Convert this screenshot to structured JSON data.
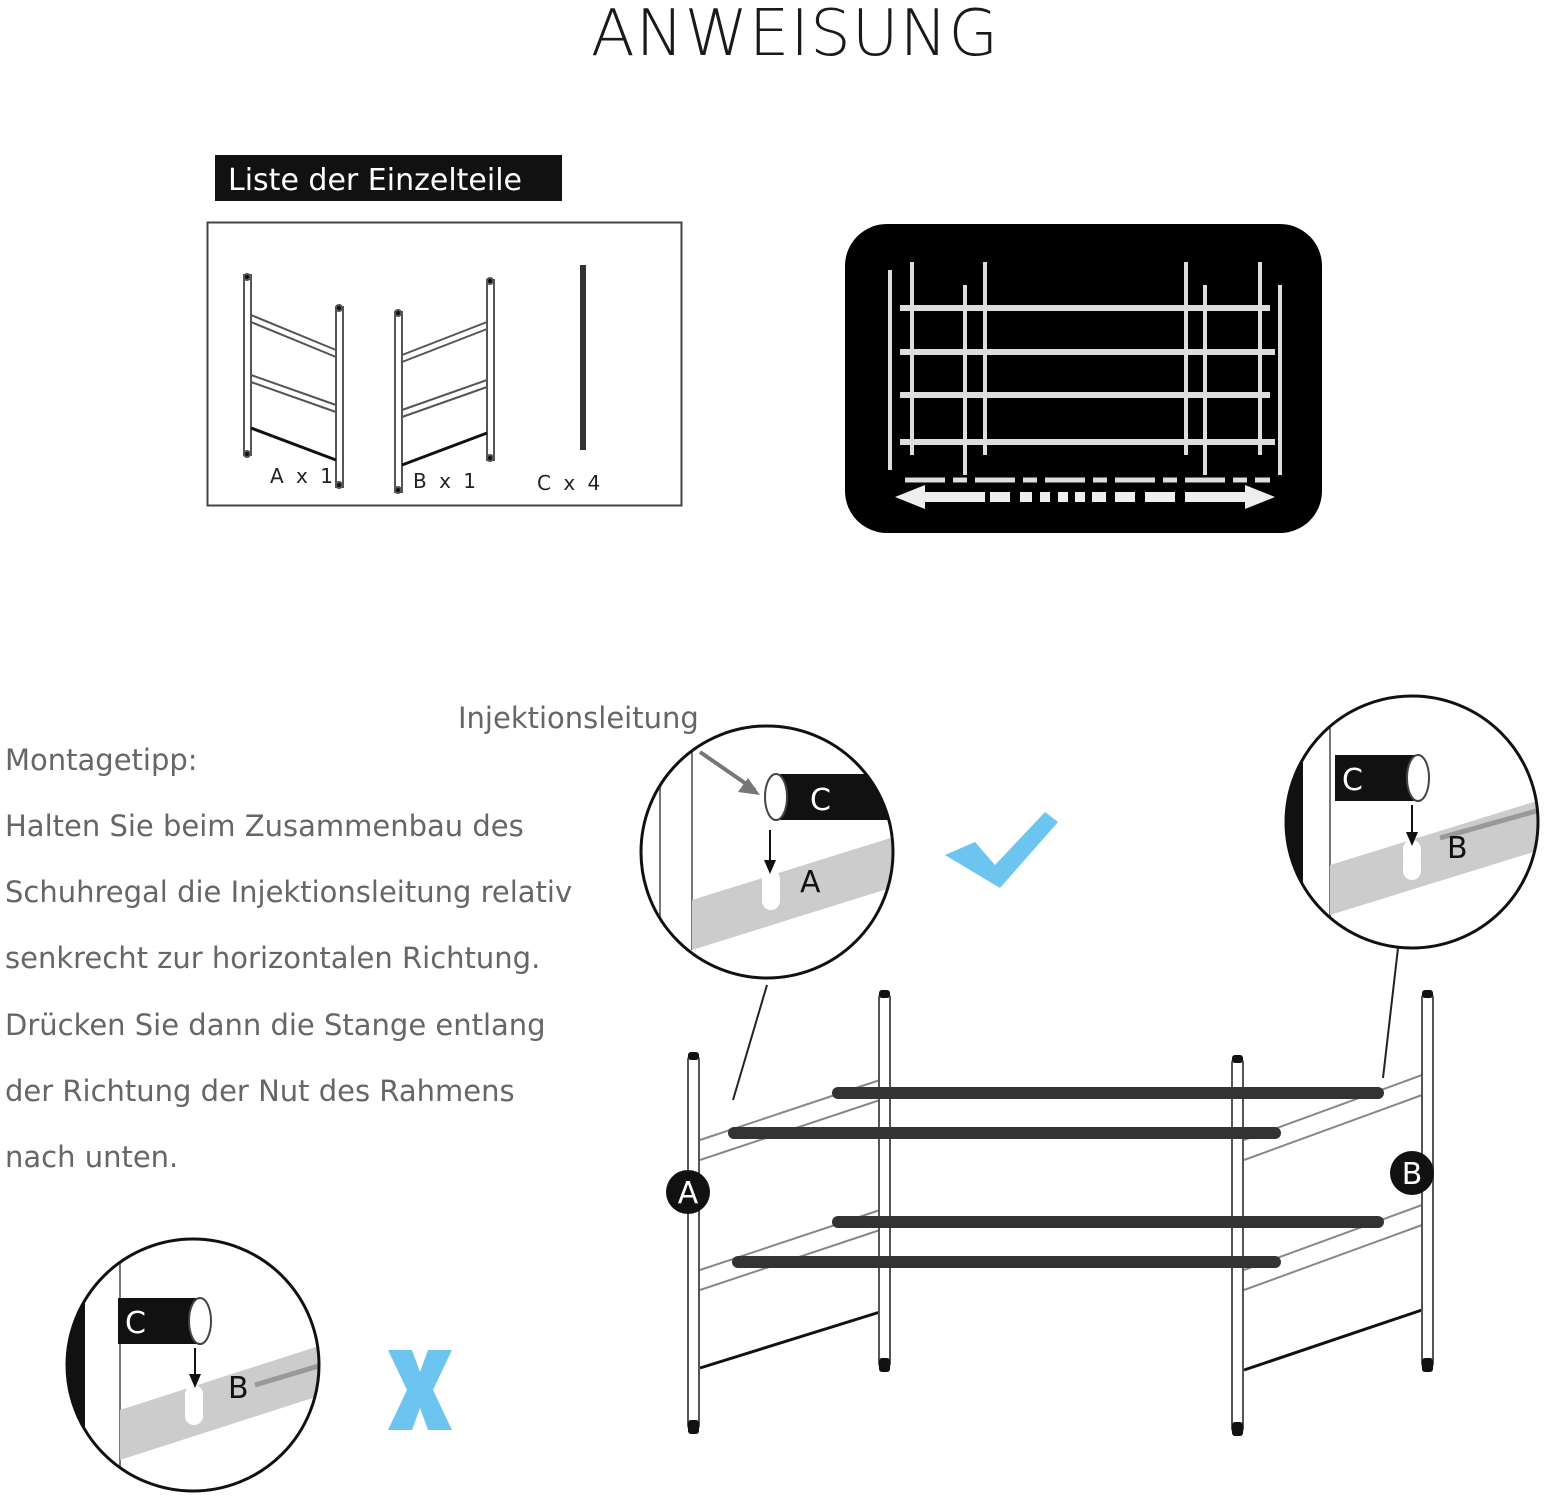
{
  "title": "ANWEISUNG",
  "parts_list": {
    "heading": "Liste der Einzelteile",
    "parts": [
      {
        "label": "A x 1"
      },
      {
        "label": "B x 1"
      },
      {
        "label": "C x 4"
      }
    ]
  },
  "tip": {
    "heading": "Montagetipp:",
    "lines": [
      "Halten Sie beim Zusammenbau des",
      "Schuhregal die Injektionsleitung relativ",
      "senkrecht zur horizontalen Richtung.",
      "Drücken Sie dann die Stange entlang",
      "der Richtung der Nut des Rahmens",
      "nach unten."
    ]
  },
  "detail": {
    "callout": "Injektionsleitung",
    "rod_label": "C",
    "frame_a": "A",
    "frame_b": "B"
  },
  "marks": {
    "correct": "check-icon",
    "wrong": "x-icon",
    "accent": "#6cc5ee"
  }
}
